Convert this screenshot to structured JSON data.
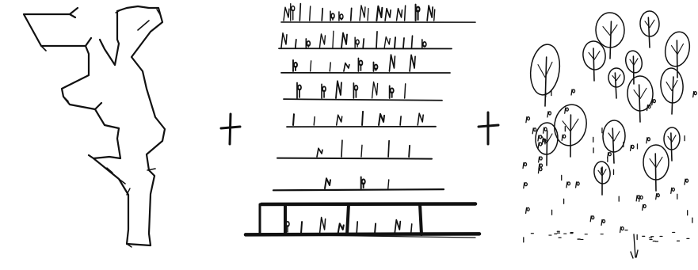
{
  "figure": {
    "ink_color": "#111111",
    "background_color": "#ffffff",
    "panels": [
      "zigzag-plan-sketch",
      "stacked-terraces-elevation-sketch",
      "tree-canopy-sketch"
    ],
    "operators": [
      "plus-sign",
      "plus-sign"
    ]
  }
}
